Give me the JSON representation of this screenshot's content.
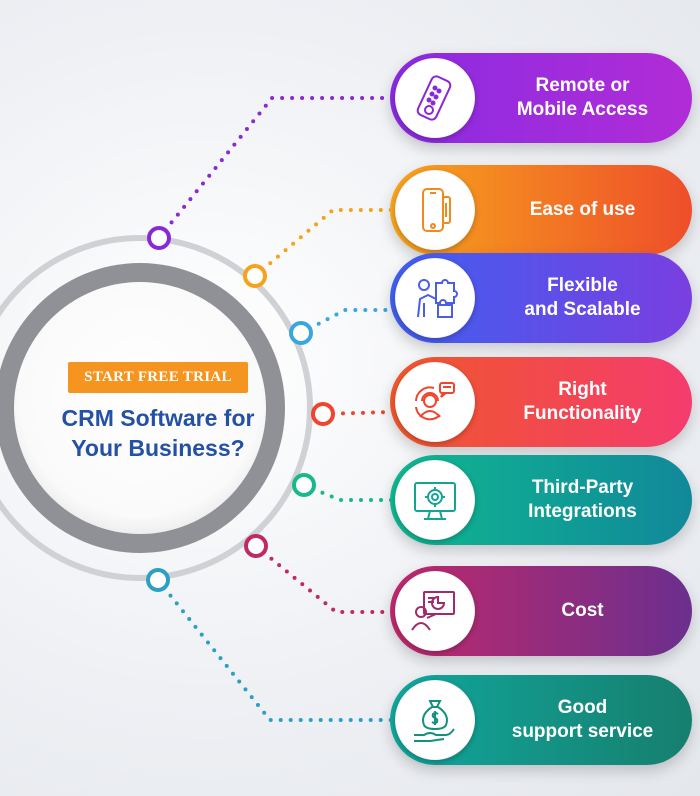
{
  "center": {
    "cta_label": "START FREE TRIAL",
    "heading_line1": "CRM Software for",
    "heading_line2": "Your Business?"
  },
  "features": [
    {
      "label": "Remote or\nMobile Access",
      "icon": "remote-control-icon",
      "color_start": "#8a2be2",
      "color_end": "#b12cd6"
    },
    {
      "label": "Ease of use",
      "icon": "mobile-phone-icon",
      "color_start": "#f7a51c",
      "color_end": "#ee4e2a"
    },
    {
      "label": "Flexible\nand Scalable",
      "icon": "puzzle-person-icon",
      "color_start": "#3f5ff0",
      "color_end": "#7a3fe0"
    },
    {
      "label": "Right\nFunctionality",
      "icon": "support-agent-icon",
      "color_start": "#f0572b",
      "color_end": "#f43c6e"
    },
    {
      "label": "Third-Party\nIntegrations",
      "icon": "monitor-gear-icon",
      "color_start": "#0fb890",
      "color_end": "#11889a"
    },
    {
      "label": "Cost",
      "icon": "presentation-chart-icon",
      "color_start": "#c0296b",
      "color_end": "#6b2f8e"
    },
    {
      "label": "Good\nsupport service",
      "icon": "money-bag-hand-icon",
      "color_start": "#11a79d",
      "color_end": "#167f6e"
    }
  ],
  "colors": {
    "purple": "#8b28d6",
    "orange": "#f5a21c",
    "blue": "#3aa6e0",
    "red": "#ef4530",
    "green": "#17b98a",
    "magenta": "#c02a63",
    "teal": "#2aa0c4"
  }
}
